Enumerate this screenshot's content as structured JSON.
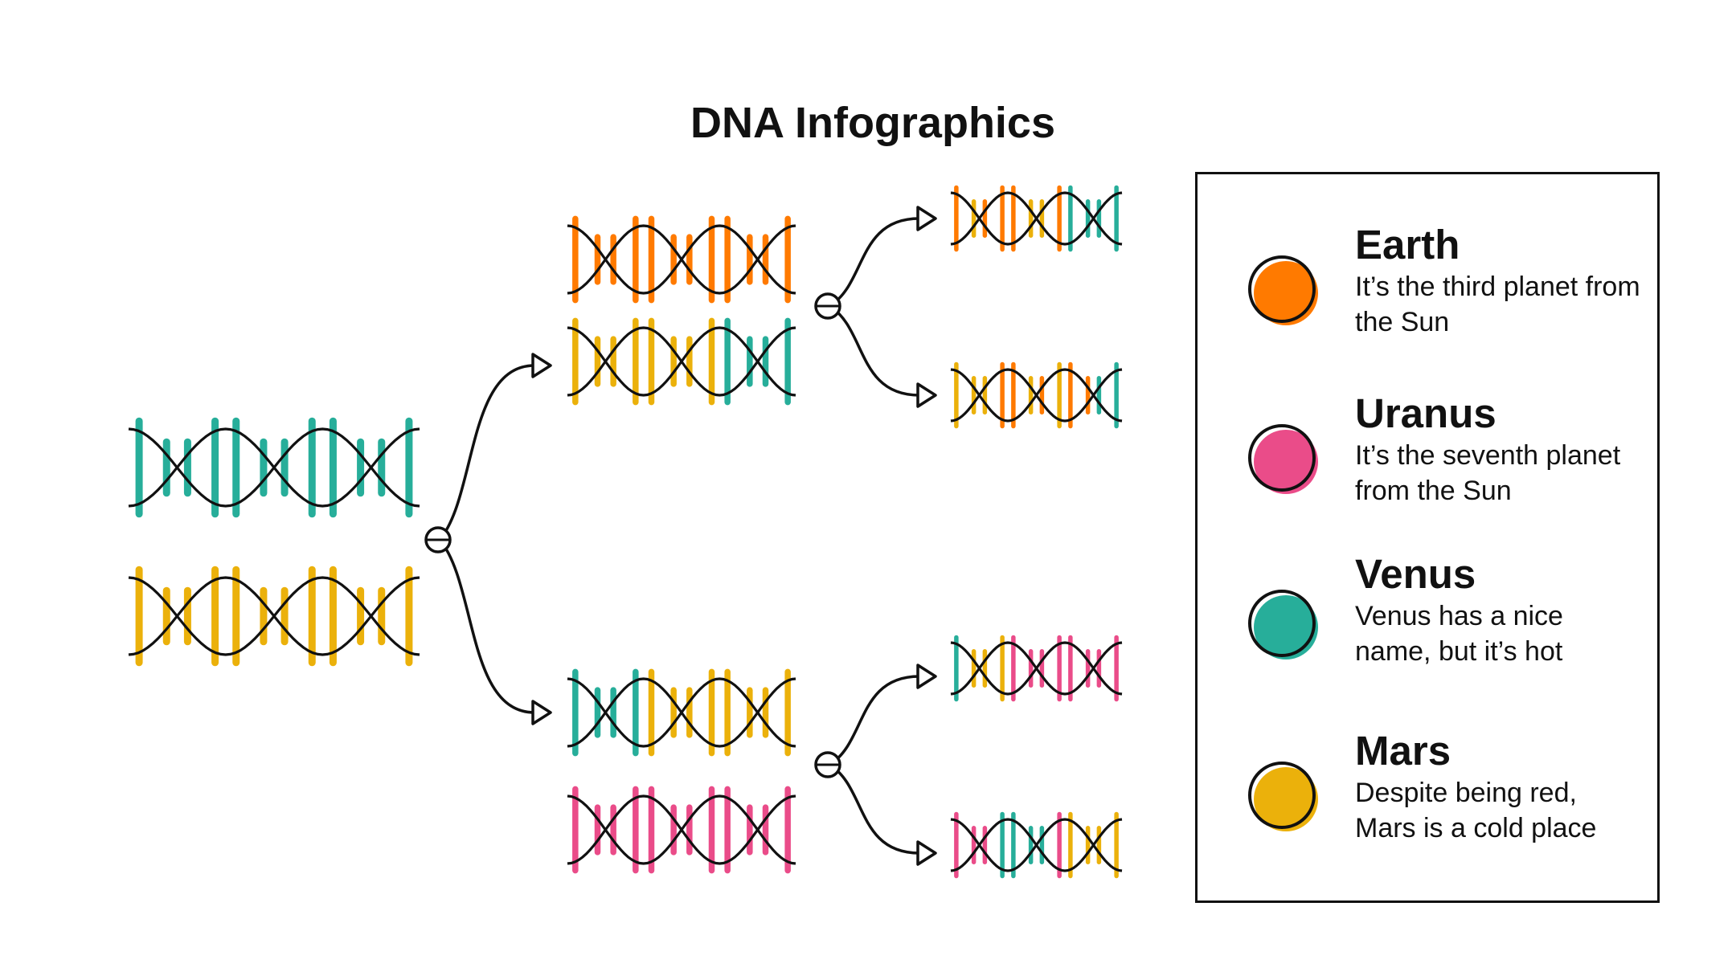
{
  "title": "DNA Infographics",
  "colors": {
    "orange": "#ff7a00",
    "pink": "#ea4c89",
    "teal": "#27ae9a",
    "yellow": "#ebb10b",
    "stroke": "#111111"
  },
  "legend": [
    {
      "name": "Earth",
      "description": "It’s the third planet from the Sun",
      "color": "#ff7a00"
    },
    {
      "name": "Uranus",
      "description": "It’s the seventh planet from the Sun",
      "color": "#ea4c89"
    },
    {
      "name": "Venus",
      "description": "Venus has a nice name, but it’s hot",
      "color": "#27ae9a"
    },
    {
      "name": "Mars",
      "description": "Despite being red, Mars is a cold place",
      "color": "#ebb10b"
    }
  ]
}
